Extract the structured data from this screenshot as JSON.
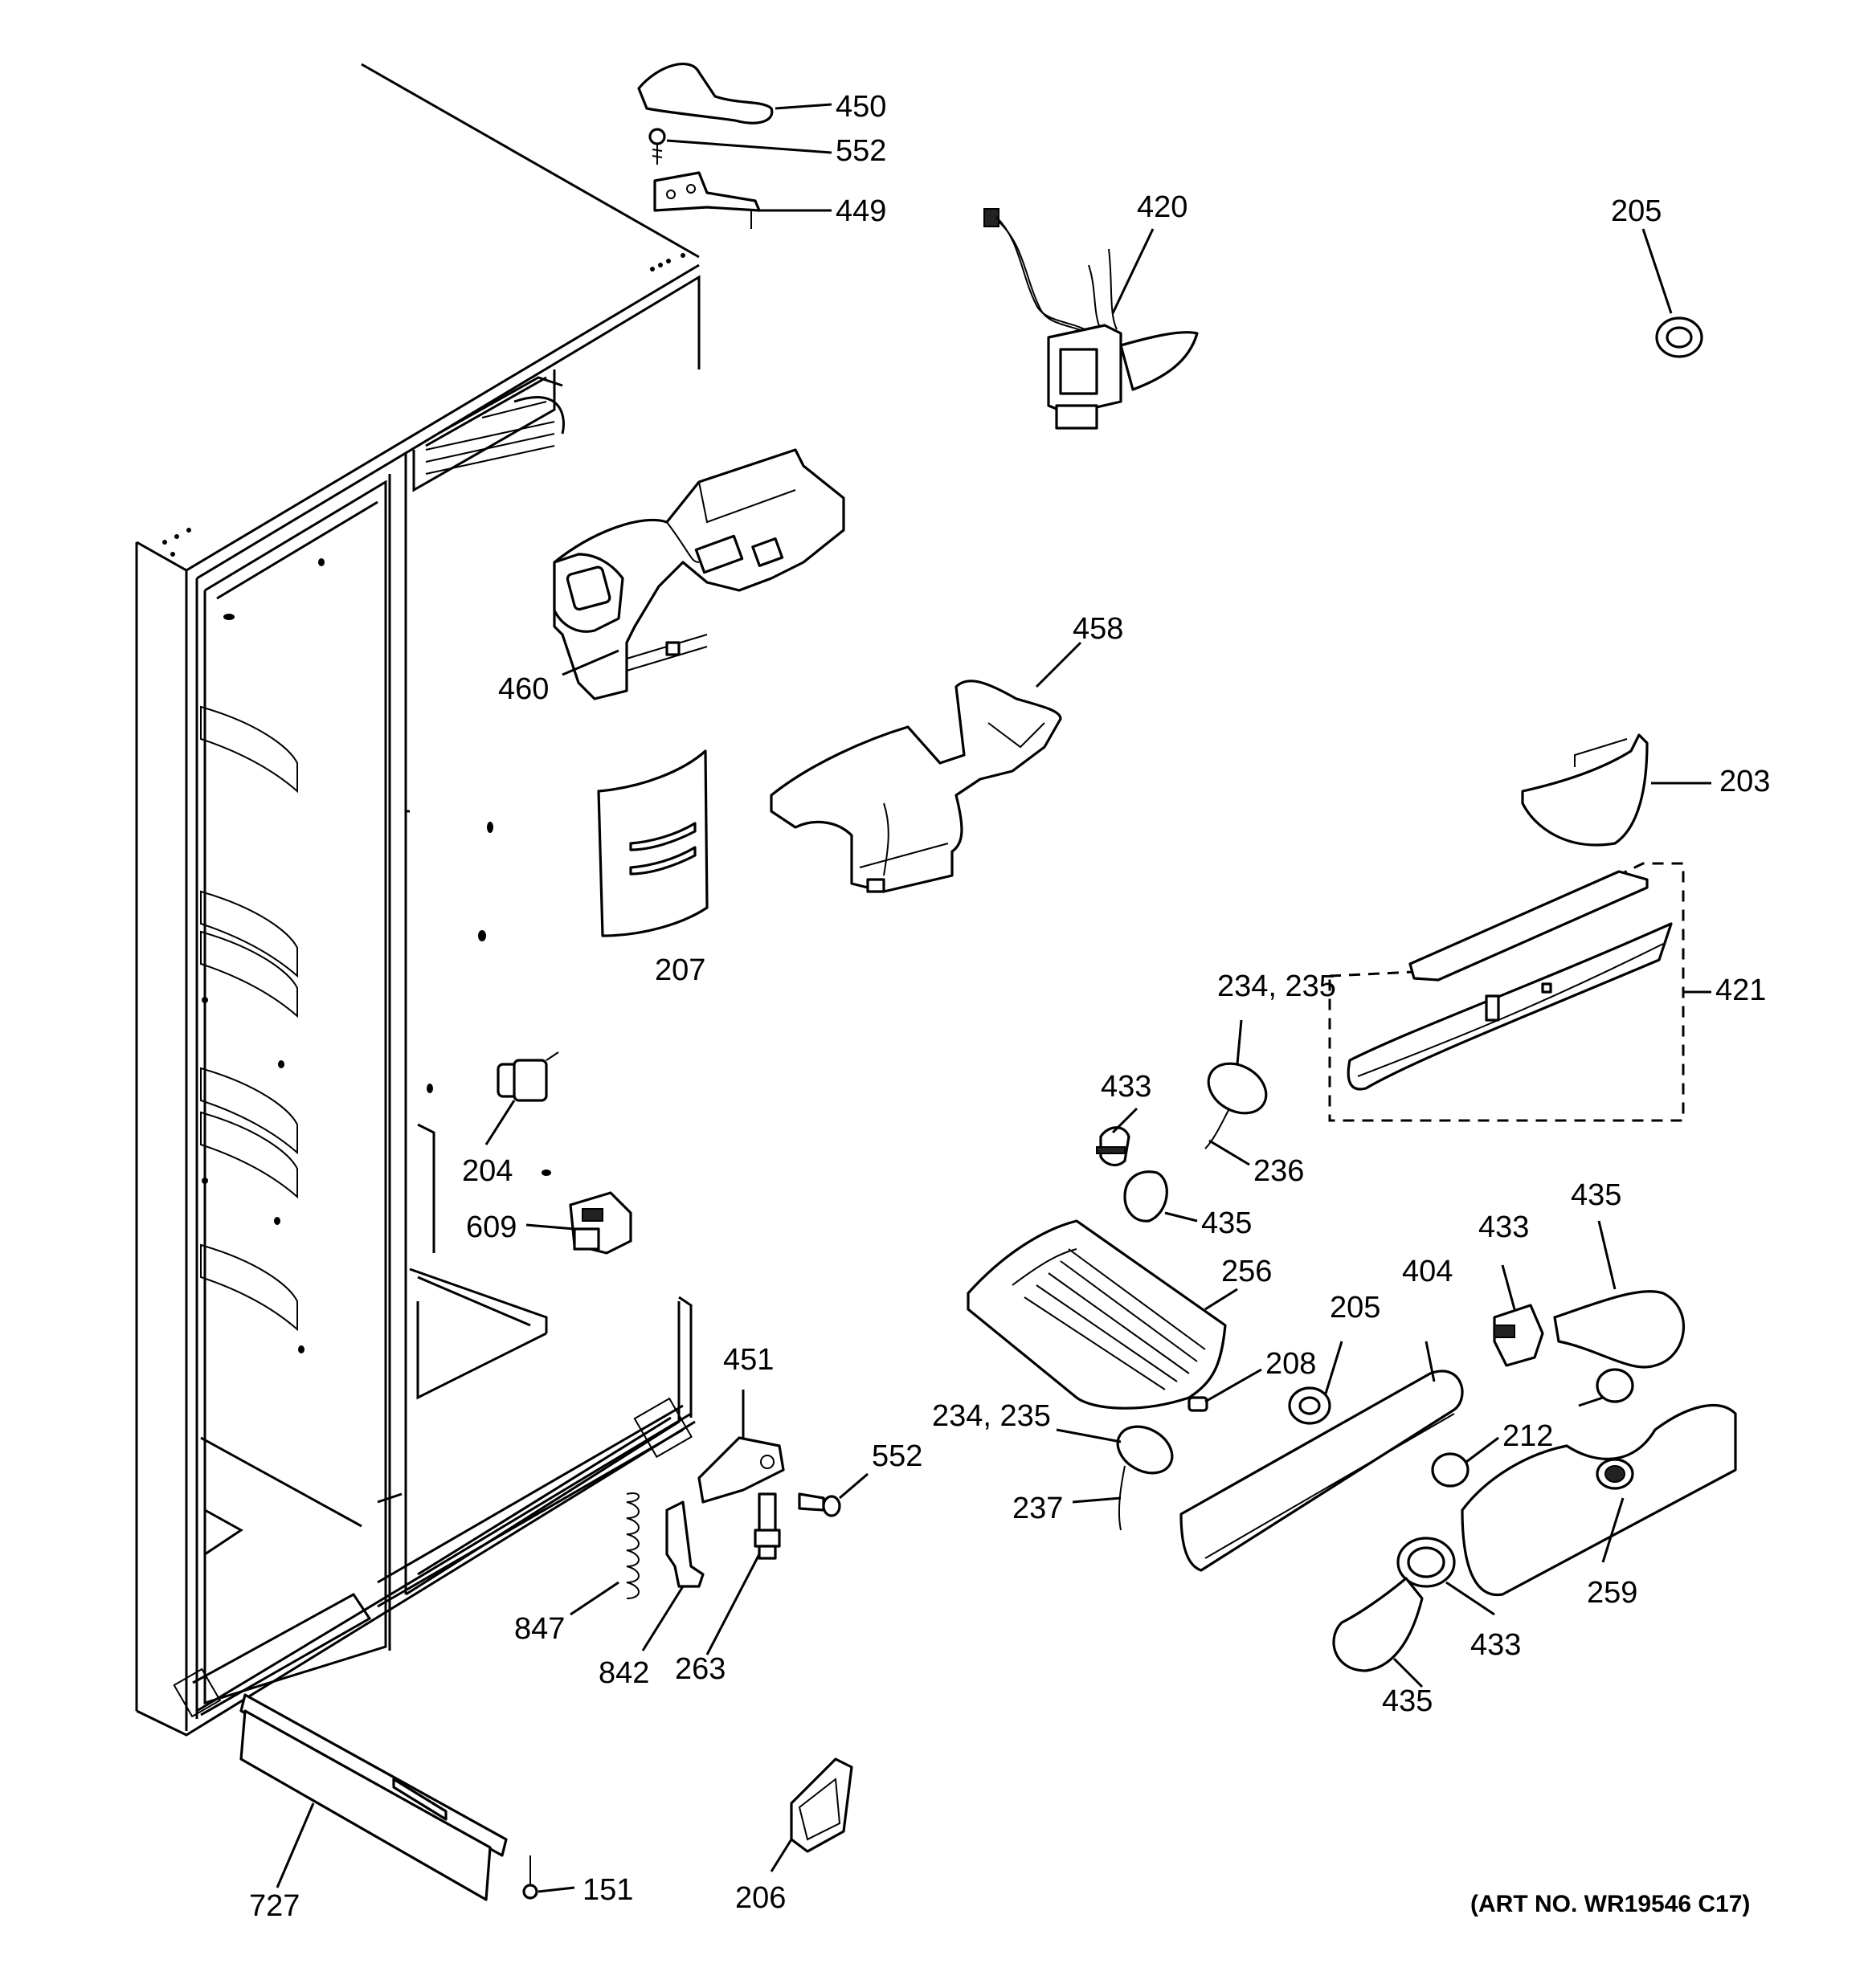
{
  "diagram": {
    "art_number": "(ART NO. WR19546 C17)",
    "labels": {
      "l450": "450",
      "l552a": "552",
      "l449": "449",
      "l420": "420",
      "l205a": "205",
      "l460": "460",
      "l458": "458",
      "l203": "203",
      "l207": "207",
      "l421": "421",
      "l234a": "234, 235",
      "l433a": "433",
      "l236": "236",
      "l435a": "435",
      "l204": "204",
      "l609": "609",
      "l256": "256",
      "l435b": "435",
      "l433b": "433",
      "l404": "404",
      "l205b": "205",
      "l208": "208",
      "l451": "451",
      "l552b": "552",
      "l234b": "234, 235",
      "l212": "212",
      "l237": "237",
      "l259": "259",
      "l847": "847",
      "l842": "842",
      "l263": "263",
      "l433c": "433",
      "l435c": "435",
      "l727": "727",
      "l151": "151",
      "l206": "206"
    }
  }
}
